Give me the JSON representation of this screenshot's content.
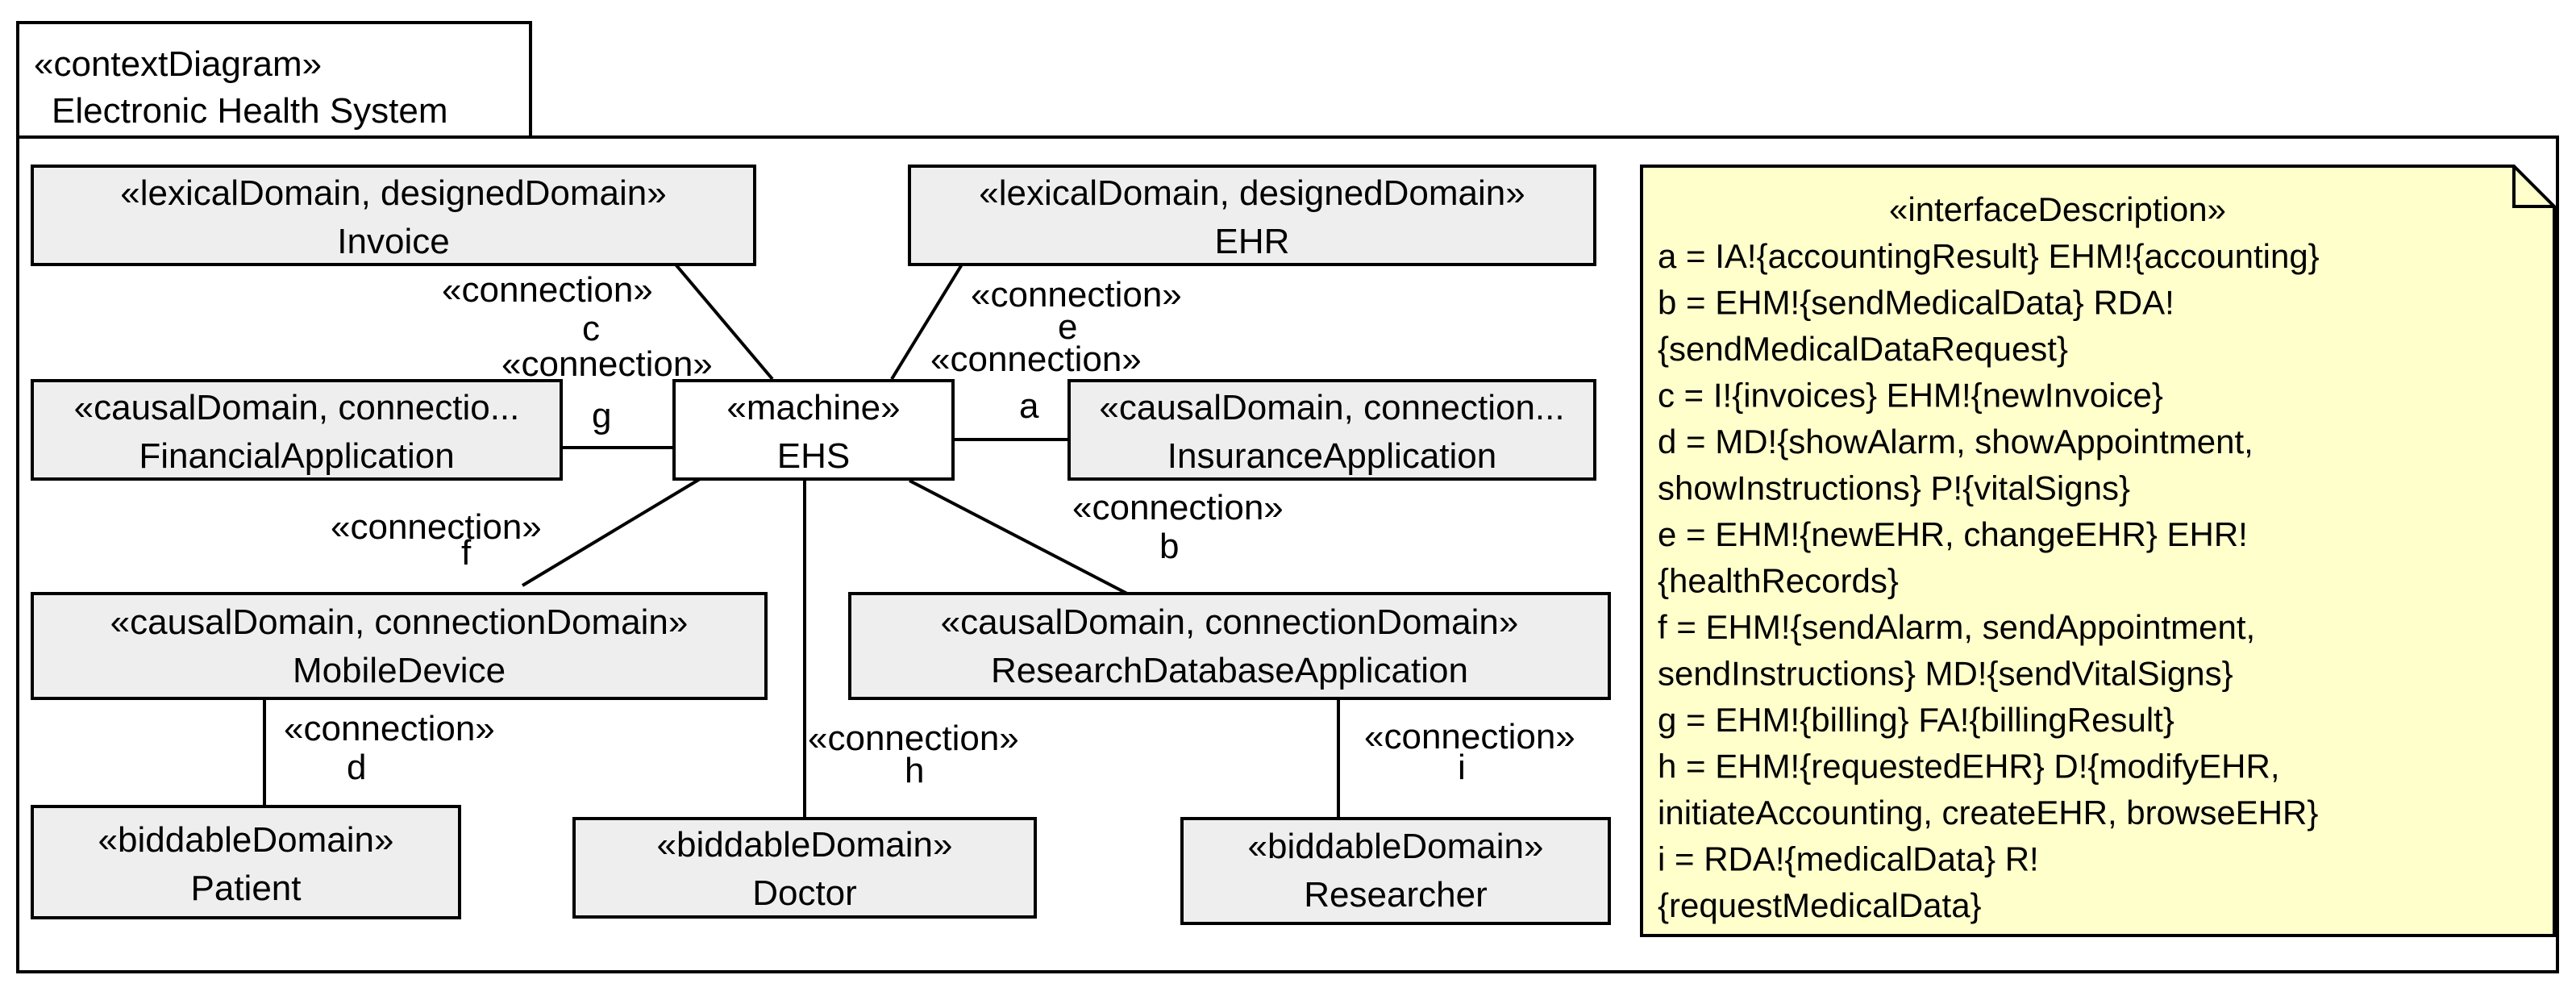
{
  "frame": {
    "stereotype": "«contextDiagram»",
    "title": "Electronic Health System"
  },
  "domains": {
    "invoice": {
      "stereotype": "«lexicalDomain, designedDomain»",
      "name": "Invoice"
    },
    "ehr": {
      "stereotype": "«lexicalDomain, designedDomain»",
      "name": "EHR"
    },
    "financial_app": {
      "stereotype": "«causalDomain, connectio...",
      "name": "FinancialApplication"
    },
    "machine": {
      "stereotype": "«machine»",
      "name": "EHS"
    },
    "insurance_app": {
      "stereotype": "«causalDomain, connection...",
      "name": "InsuranceApplication"
    },
    "mobile_device": {
      "stereotype": "«causalDomain, connectionDomain»",
      "name": "MobileDevice"
    },
    "research_db": {
      "stereotype": "«causalDomain, connectionDomain»",
      "name": "ResearchDatabaseApplication"
    },
    "patient": {
      "stereotype": "«biddableDomain»",
      "name": "Patient"
    },
    "doctor": {
      "stereotype": "«biddableDomain»",
      "name": "Doctor"
    },
    "researcher": {
      "stereotype": "«biddableDomain»",
      "name": "Researcher"
    }
  },
  "connections": {
    "stereotype": "«connection»",
    "c": "c",
    "e": "e",
    "g": "g",
    "a": "a",
    "f": "f",
    "b": "b",
    "d": "d",
    "h": "h",
    "i": "i"
  },
  "interface_description": {
    "title": "«interfaceDescription»",
    "lines": [
      "a = IA!{accountingResult} EHM!{accounting}",
      "b = EHM!{sendMedicalData} RDA!",
      "{sendMedicalDataRequest}",
      "c = I!{invoices} EHM!{newInvoice}",
      "d = MD!{showAlarm, showAppointment,",
      "showInstructions} P!{vitalSigns}",
      "e = EHM!{newEHR, changeEHR} EHR!",
      "{healthRecords}",
      "f = EHM!{sendAlarm, sendAppointment,",
      "sendInstructions} MD!{sendVitalSigns}",
      "g = EHM!{billing} FA!{billingResult}",
      "h = EHM!{requestedEHR} D!{modifyEHR,",
      "initiateAccounting, createEHR, browseEHR}",
      "i = RDA!{medicalData} R!",
      "{requestMedicalData}"
    ]
  }
}
